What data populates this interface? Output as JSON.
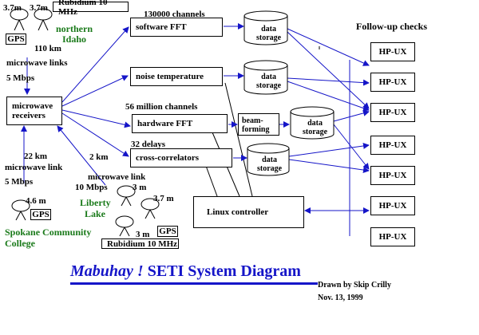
{
  "title": {
    "italic": "Mabuhay !",
    "rest": "SETI System Diagram"
  },
  "credit": {
    "drawn_by": "Drawn by Skip Crilly",
    "date": "Nov. 13, 1999"
  },
  "header": {
    "followup": "Follow-up checks"
  },
  "site_north": {
    "dish1": "3.7m",
    "dish2": "3.7m",
    "rubidium": "Rubidium 10 MHz",
    "gps": "GPS",
    "place1": "northern",
    "place2": "Idaho",
    "distance": "110 km"
  },
  "links": {
    "microwave_links": "microwave links",
    "rate_top": "5 Mbps",
    "dist_left": "22 km",
    "microwave_link_left": "microwave link",
    "rate_left": "5 Mbps",
    "dist_bottom": "2 km",
    "microwave_link_bottom": "microwave link",
    "rate_bottom": "10 Mbps"
  },
  "site_spokane": {
    "dish": "4.6 m",
    "gps": "GPS",
    "place1": "Spokane Community",
    "place2": "College"
  },
  "site_liberty": {
    "dish1": "3 m",
    "dish2": "3.7 m",
    "dish3": "3 m",
    "place1": "Liberty",
    "place2": "Lake",
    "gps": "GPS",
    "rubidium": "Rubidium 10 MHz"
  },
  "blocks": {
    "receivers1": "microwave",
    "receivers2": "receivers",
    "software_fft": "software FFT",
    "software_fft_note": "130000 channels",
    "noise": "noise temperature",
    "hardware_fft": "hardware FFT",
    "hardware_fft_note": "56 million channels",
    "beamforming1": "beam-",
    "beamforming2": "forming",
    "cross": "cross-correlators",
    "cross_note": "32 delays",
    "linux": "Linux controller"
  },
  "storage": {
    "line1": "data",
    "line2": "storage"
  },
  "hpux": [
    "HP-UX",
    "HP-UX",
    "HP-UX",
    "HP-UX",
    "HP-UX",
    "HP-UX",
    "HP-UX"
  ],
  "colors": {
    "arrow": "#1515c8",
    "green_text": "#1a7a1a",
    "title": "#1515c8",
    "line": "#000000"
  }
}
